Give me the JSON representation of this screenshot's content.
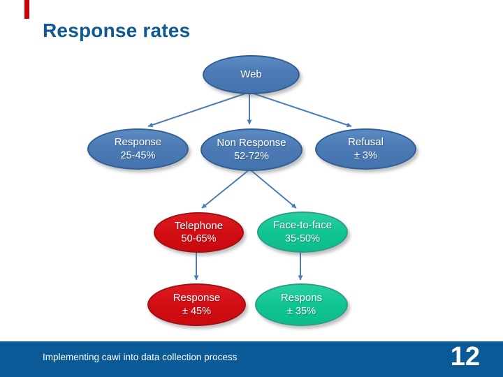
{
  "slide": {
    "title": "Response rates",
    "colors": {
      "title_text": "#0f5a93",
      "accent_bar": "#c9000a",
      "footer_bg": "#0a5a97",
      "node_blue_fill": "#4b7ab4",
      "node_blue_border": "#2f5e94",
      "node_red_fill": "#d00d13",
      "node_red_border": "#a21014",
      "node_teal_fill": "#10c492",
      "node_teal_border": "#2f9c85",
      "connector": "#4c7cb7"
    }
  },
  "diagram": {
    "type": "tree",
    "nodes": [
      {
        "id": "web",
        "label": "Web",
        "value": "",
        "color": "blue"
      },
      {
        "id": "response-web",
        "label": "Response",
        "value": "25-45%",
        "color": "blue"
      },
      {
        "id": "non-response",
        "label": "Non Response",
        "value": "52-72%",
        "color": "blue"
      },
      {
        "id": "refusal",
        "label": "Refusal",
        "value": "± 3%",
        "color": "blue"
      },
      {
        "id": "telephone",
        "label": "Telephone",
        "value": "50-65%",
        "color": "red"
      },
      {
        "id": "face-to-face",
        "label": "Face-to-face",
        "value": "35-50%",
        "color": "teal"
      },
      {
        "id": "response-telephone",
        "label": "Response",
        "value": "± 45%",
        "color": "red"
      },
      {
        "id": "respons-face-to-face",
        "label": "Respons",
        "value": "± 35%",
        "color": "teal"
      }
    ],
    "edges": [
      {
        "from": "web",
        "to": "response-web"
      },
      {
        "from": "web",
        "to": "non-response"
      },
      {
        "from": "web",
        "to": "refusal"
      },
      {
        "from": "non-response",
        "to": "telephone"
      },
      {
        "from": "non-response",
        "to": "face-to-face"
      },
      {
        "from": "telephone",
        "to": "response-telephone"
      },
      {
        "from": "face-to-face",
        "to": "respons-face-to-face"
      }
    ]
  },
  "footer": {
    "text": "Implementing cawi into data collection process",
    "page_number": "12"
  }
}
